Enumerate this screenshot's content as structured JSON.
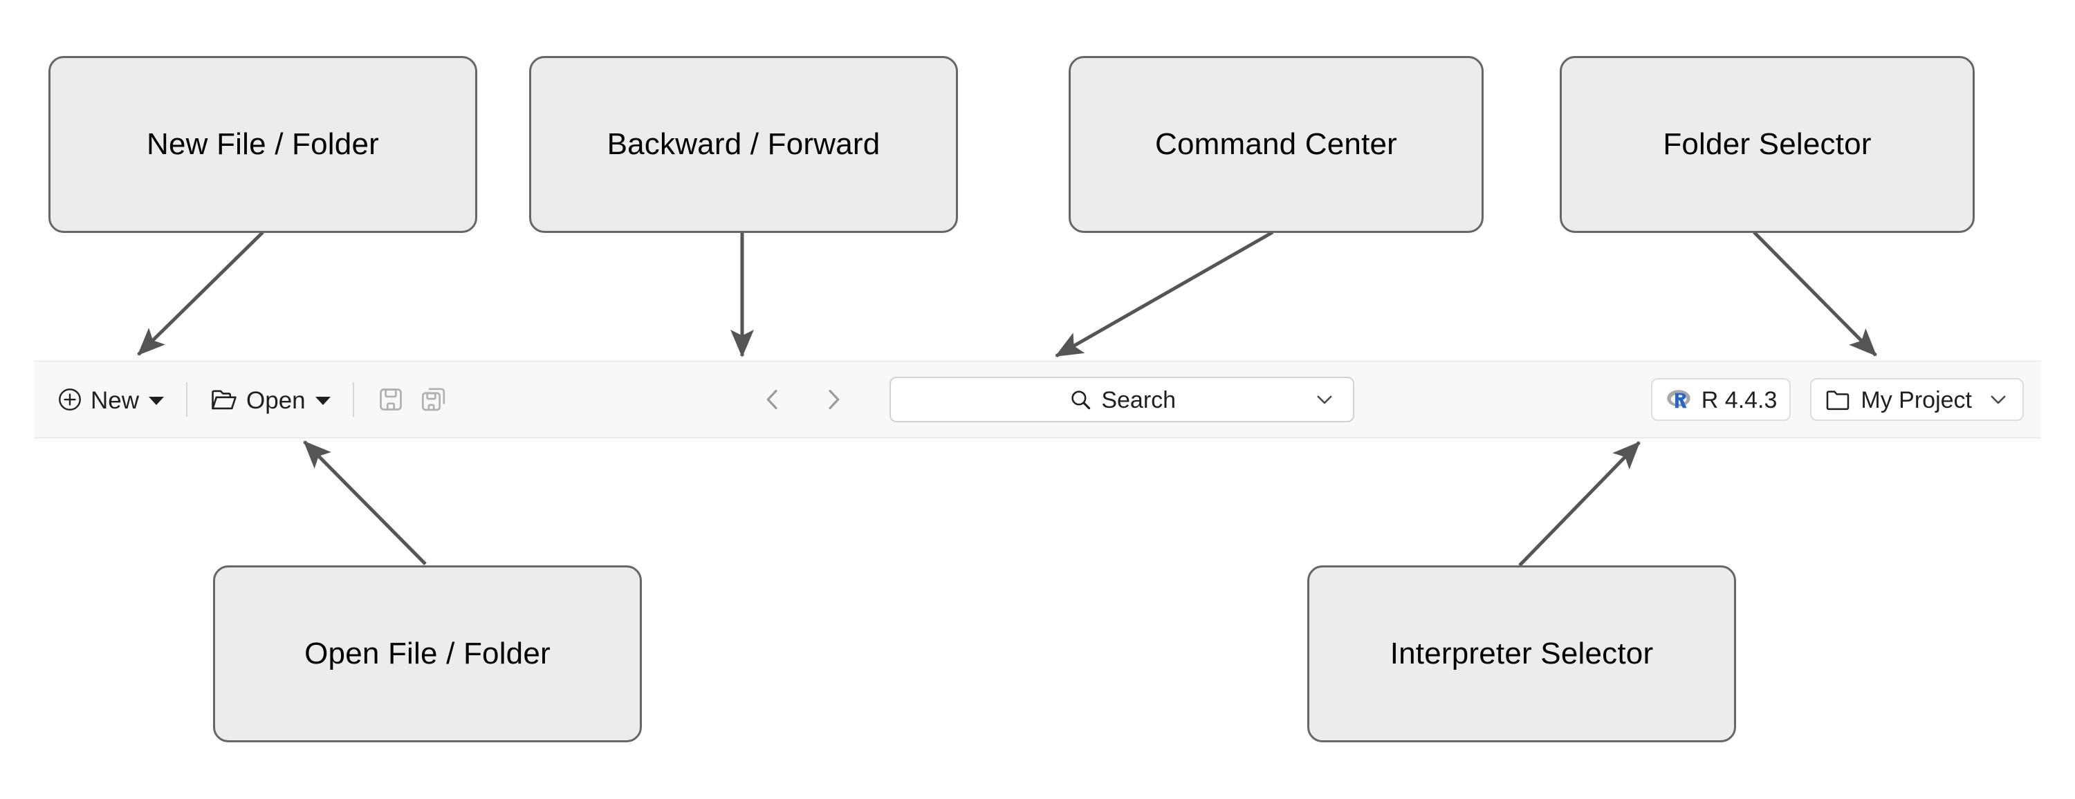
{
  "toolbar": {
    "new_button": {
      "label": "New",
      "icon": "plus-circle-icon",
      "caret": true
    },
    "open_button": {
      "label": "Open",
      "icon": "folder-open-icon",
      "caret": true
    },
    "save_button": {
      "icon": "save-icon",
      "enabled": false
    },
    "save_all_button": {
      "icon": "save-all-icon",
      "enabled": false
    },
    "back_button": {
      "icon": "chevron-left-icon"
    },
    "forward_button": {
      "icon": "chevron-right-icon"
    },
    "command_center": {
      "placeholder": "Search",
      "value": "",
      "search_icon": "search-icon",
      "chevron_icon": "chevron-down-icon"
    },
    "interpreter": {
      "label": "R 4.4.3",
      "icon": "r-logo-icon"
    },
    "folder": {
      "label": "My Project",
      "icon": "folder-icon",
      "chevron_icon": "chevron-down-icon"
    }
  },
  "annotations": [
    {
      "id": "new-file-folder",
      "label": "New File / Folder"
    },
    {
      "id": "backward-forward",
      "label": "Backward / Forward"
    },
    {
      "id": "command-center",
      "label": "Command Center"
    },
    {
      "id": "folder-selector",
      "label": "Folder Selector"
    },
    {
      "id": "open-file-folder",
      "label": "Open File / Folder"
    },
    {
      "id": "interpreter-selector",
      "label": "Interpreter Selector"
    }
  ],
  "colors": {
    "callout_fill": "#ececec",
    "callout_border": "#666666",
    "arrow": "#555555",
    "toolbar_bg": "#f8f8f8",
    "text": "#1f1f1f",
    "disabled_icon": "#b0b0b0",
    "r_logo_blue": "#2566c8",
    "r_logo_grey": "#a0a0a0"
  }
}
